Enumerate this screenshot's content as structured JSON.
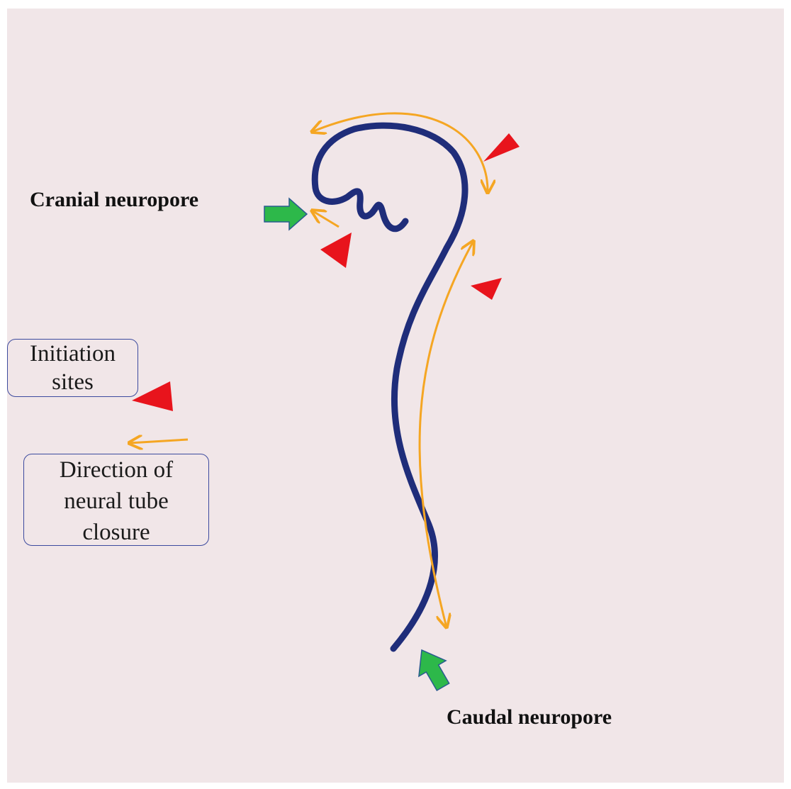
{
  "labels": {
    "cranial": "Cranial neuropore",
    "caudal": "Caudal neuropore"
  },
  "legend": {
    "initiation_line1": "Initiation",
    "initiation_line2": "sites",
    "direction_line1": "Direction of",
    "direction_line2": "neural tube",
    "direction_line3": "closure"
  },
  "colors": {
    "background": "#f1e6e8",
    "neural_tube": "#1f2d7a",
    "closure_arrow": "#f5a623",
    "initiation_site": "#e8141c",
    "neuropore_arrow": "#2db84a"
  },
  "icons": {
    "initiation": "red-triangle-icon",
    "direction": "orange-arrow-icon",
    "neuropore": "green-arrow-icon"
  }
}
